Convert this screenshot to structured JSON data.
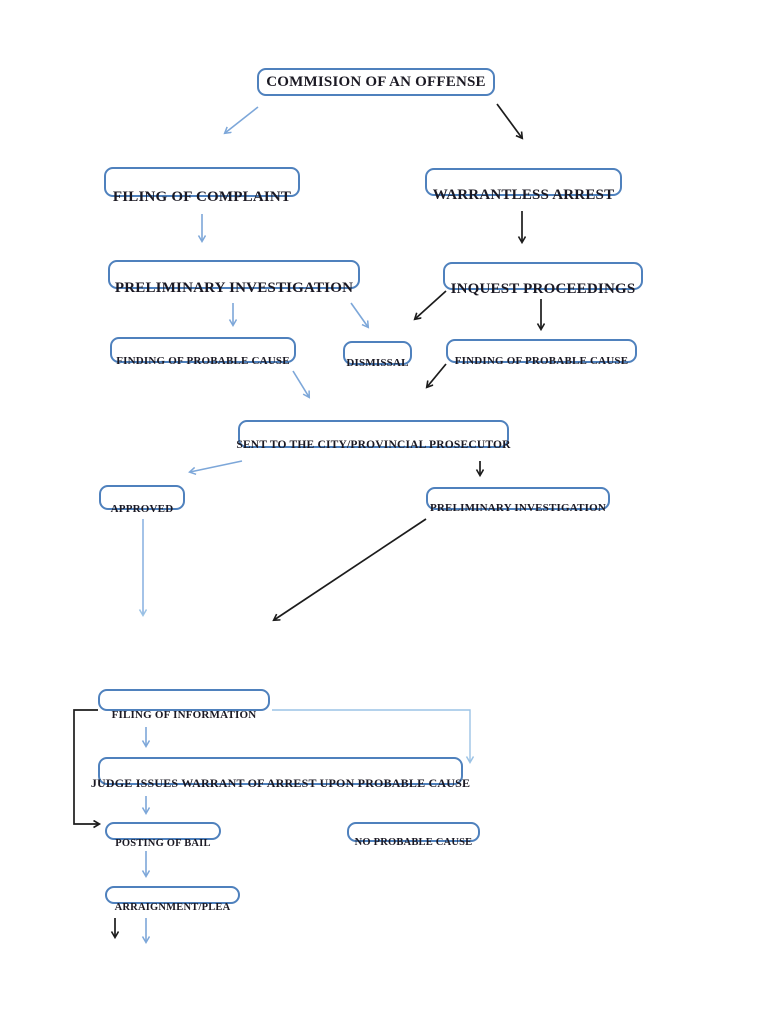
{
  "diagram": {
    "type": "flowchart",
    "colors": {
      "box_border": "#4f81bd",
      "box_fill": "#ffffff",
      "arrow_blue": "#7da7d9",
      "arrow_blue_light": "#9cc3e5",
      "arrow_black": "#1c1c1c",
      "text": "#1b1923"
    },
    "nodes": {
      "commission": {
        "label": "COMMISION OF AN OFFENSE"
      },
      "filing_complaint": {
        "label": "FILING OF COMPLAINT"
      },
      "warrantless": {
        "label": "WARRANTLESS ARREST"
      },
      "prelim1": {
        "label": "PRELIMINARY INVESTIGATION"
      },
      "inquest": {
        "label": "INQUEST PROCEEDINGS"
      },
      "finding_left": {
        "label": "FINDING OF PROBABLE CAUSE"
      },
      "dismissal": {
        "label": "DISMISSAL"
      },
      "finding_right": {
        "label": "FINDING OF PROBABLE CAUSE"
      },
      "sent_prosecutor": {
        "label": "SENT TO THE CITY/PROVINCIAL PROSECUTOR"
      },
      "approved": {
        "label": "APPROVED"
      },
      "prelim2": {
        "label": "PRELIMINARY INVESTIGATION"
      },
      "filing_info": {
        "label": "FILING OF INFORMATION"
      },
      "judge_warrant": {
        "label": "JUDGE ISSUES WARRANT OF ARREST UPON PROBABLE CAUSE"
      },
      "posting_bail": {
        "label": "POSTING OF BAIL"
      },
      "no_probable": {
        "label": "NO PROBABLE CAUSE"
      },
      "arraignment": {
        "label": "ARRAIGNMENT/PLEA"
      }
    },
    "edges": [
      {
        "from": "commission",
        "to": "filing_complaint",
        "color": "blue"
      },
      {
        "from": "commission",
        "to": "warrantless",
        "color": "black"
      },
      {
        "from": "filing_complaint",
        "to": "prelim1",
        "color": "blue"
      },
      {
        "from": "warrantless",
        "to": "inquest",
        "color": "black"
      },
      {
        "from": "prelim1",
        "to": "finding_left",
        "color": "blue"
      },
      {
        "from": "prelim1",
        "to": "dismissal",
        "color": "blue"
      },
      {
        "from": "inquest",
        "to": "dismissal",
        "color": "black"
      },
      {
        "from": "inquest",
        "to": "finding_right",
        "color": "black"
      },
      {
        "from": "finding_left",
        "to": "sent_prosecutor",
        "color": "blue"
      },
      {
        "from": "finding_right",
        "to": "sent_prosecutor",
        "color": "black"
      },
      {
        "from": "sent_prosecutor",
        "to": "approved",
        "color": "blue"
      },
      {
        "from": "sent_prosecutor",
        "to": "prelim2",
        "color": "black"
      },
      {
        "from": "approved",
        "to": "filing_info",
        "color": "blue"
      },
      {
        "from": "prelim2",
        "to": "filing_info",
        "color": "black"
      },
      {
        "from": "filing_info",
        "to": "judge_warrant",
        "color": "blue"
      },
      {
        "from": "filing_info",
        "to": "no_probable",
        "color": "blue",
        "shape": "elbow-right"
      },
      {
        "from": "filing_info",
        "to": "posting_bail",
        "color": "black",
        "shape": "elbow-left"
      },
      {
        "from": "judge_warrant",
        "to": "posting_bail",
        "color": "blue"
      },
      {
        "from": "posting_bail",
        "to": "arraignment",
        "color": "blue"
      },
      {
        "from": "arraignment",
        "to": "continues-below",
        "color": "black"
      },
      {
        "from": "arraignment",
        "to": "continues-below",
        "color": "blue"
      }
    ]
  }
}
